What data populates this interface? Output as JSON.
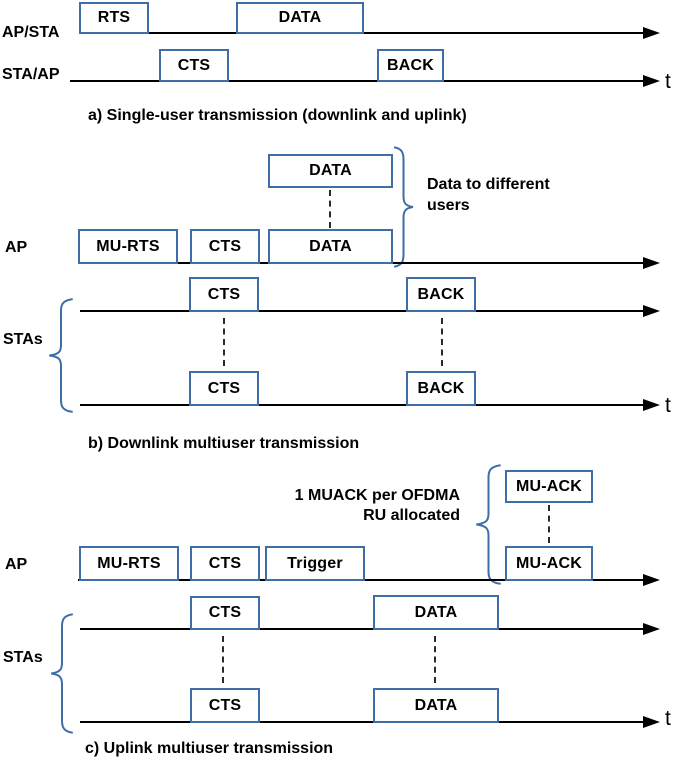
{
  "colors": {
    "box_border": "#3e6da8",
    "line": "#000000",
    "text": "#000000"
  },
  "sections": {
    "a": {
      "row1_label": "AP/STA",
      "row2_label": "STA/AP",
      "time_label": "t",
      "boxes": {
        "rts": "RTS",
        "data": "DATA",
        "cts": "CTS",
        "back": "BACK"
      },
      "caption": "a) Single-user transmission (downlink and uplink)"
    },
    "b": {
      "ap_label": "AP",
      "stas_label": "STAs",
      "time_label": "t",
      "annotation": {
        "line1": "Data to different",
        "line2": "users"
      },
      "boxes": {
        "data_top": "DATA",
        "mu_rts": "MU-RTS",
        "cts": "CTS",
        "data": "DATA",
        "sta1_cts": "CTS",
        "sta1_back": "BACK",
        "sta2_cts": "CTS",
        "sta2_back": "BACK"
      },
      "caption": "b) Downlink multiuser transmission"
    },
    "c": {
      "ap_label": "AP",
      "stas_label": "STAs",
      "time_label": "t",
      "annotation": {
        "line1": "1 MUACK per OFDMA",
        "line2": "RU allocated"
      },
      "boxes": {
        "mu_ack_top": "MU-ACK",
        "mu_rts": "MU-RTS",
        "cts": "CTS",
        "trigger": "Trigger",
        "mu_ack": "MU-ACK",
        "sta1_cts": "CTS",
        "sta1_data": "DATA",
        "sta2_cts": "CTS",
        "sta2_data": "DATA"
      },
      "caption": "c) Uplink multiuser transmission"
    }
  }
}
